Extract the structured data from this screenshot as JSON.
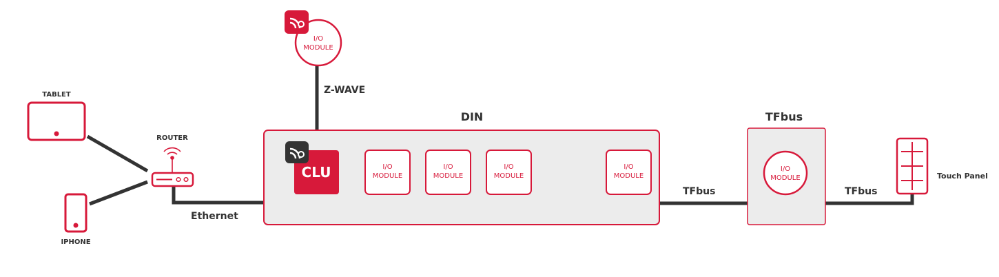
{
  "colors": {
    "accent": "#d7193a",
    "line": "#333333",
    "panel_fill": "#ececec",
    "dark_badge": "#333333"
  },
  "icons": {
    "wireless_top": "wireless-icon",
    "wireless_clu": "wireless-icon"
  },
  "devices": {
    "tablet": "TABLET",
    "iphone": "IPHONE",
    "router": "ROUTER"
  },
  "connections": {
    "ethernet": "Ethernet",
    "zwave": "Z-WAVE",
    "tfbus_left": "TFbus",
    "tfbus_right": "TFbus"
  },
  "din": {
    "title": "DIN",
    "clu": "CLU"
  },
  "tfbus_box": {
    "title": "TFbus"
  },
  "module": {
    "line1": "I/O",
    "line2": "MODULE"
  },
  "touch_panel": "Touch Panel"
}
